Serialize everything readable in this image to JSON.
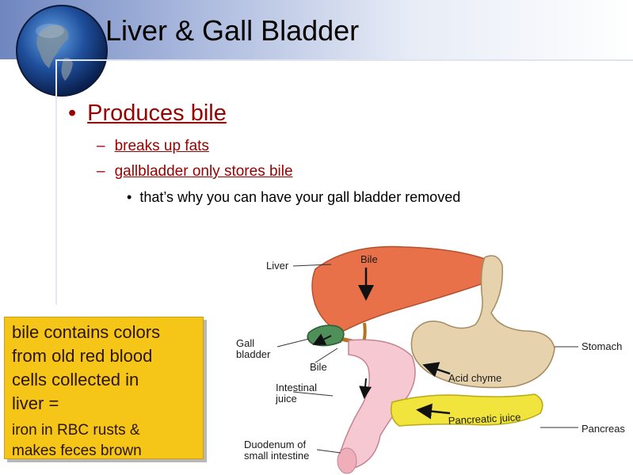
{
  "slide": {
    "title": "Liver & Gall Bladder",
    "bullet_main": "Produces bile",
    "sub_bullets": [
      "breaks up fats",
      "gallbladder only stores bile"
    ],
    "sub_sub_bullet": "that’s why you can have your gall bladder removed",
    "bullet_glyph": "•",
    "dash_glyph": "–"
  },
  "callout": {
    "lines": [
      "bile contains colors",
      "from old red blood",
      "cells collected in",
      "liver ="
    ],
    "note_lines": [
      "iron in RBC rusts &",
      "makes feces brown"
    ]
  },
  "diagram": {
    "labels": {
      "liver": "Liver",
      "bile_top": "Bile",
      "gall": "Gall",
      "bladder": "bladder",
      "bile_mid": "Bile",
      "intestinal": "Intestinal",
      "juice": "juice",
      "duodenum": "Duodenum of",
      "small_intestine": "small intestine",
      "stomach": "Stomach",
      "acid_chyme": "Acid chyme",
      "pancreatic_juice": "Pancreatic juice",
      "pancreas": "Pancreas"
    }
  },
  "colors": {
    "bullet_text": "#990000",
    "callout_fill": "#f5c518",
    "liver": "#e8714a",
    "gallbladder": "#4f8f5a",
    "stomach": "#e6d3ad",
    "pancreas": "#f1e43c",
    "intestine": "#f5c8d2"
  },
  "icons": [
    "globe-icon"
  ]
}
